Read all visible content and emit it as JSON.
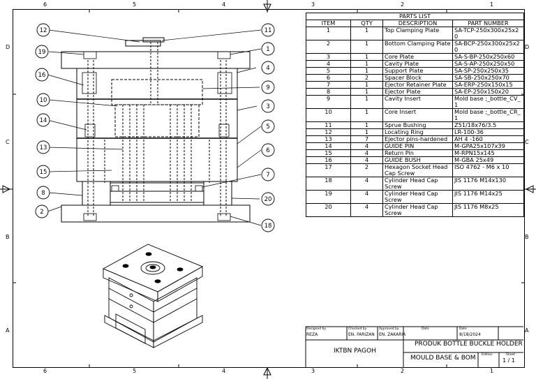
{
  "zones": {
    "columns": [
      "6",
      "5",
      "4",
      "3",
      "2",
      "1"
    ],
    "rows": [
      "D",
      "C",
      "B",
      "A"
    ]
  },
  "balloons": [
    "12",
    "11",
    "19",
    "1",
    "16",
    "4",
    "9",
    "10",
    "3",
    "14",
    "5",
    "13",
    "6",
    "15",
    "7",
    "8",
    "20",
    "2",
    "18"
  ],
  "bom": {
    "title": "PARTS LIST",
    "headers": {
      "item": "ITEM",
      "qty": "QTY",
      "description": "DESCRIPTION",
      "part_number": "PART NUMBER"
    },
    "rows": [
      {
        "item": "1",
        "qty": "1",
        "description": "Top Clamping Plate",
        "part_number": "SA-TCP-250x300x25x20"
      },
      {
        "item": "2",
        "qty": "1",
        "description": "Bottom Clamping Plate",
        "part_number": "SA-BCP-250x300x25x20"
      },
      {
        "item": "3",
        "qty": "1",
        "description": "Core Plate",
        "part_number": "SA-S-BP-250x250x60"
      },
      {
        "item": "4",
        "qty": "1",
        "description": "Cavity Plate",
        "part_number": "SA-S-AP-250x250x50"
      },
      {
        "item": "5",
        "qty": "1",
        "description": "Support Plate",
        "part_number": "SA-SP-250x250x35"
      },
      {
        "item": "6",
        "qty": "2",
        "description": "Spacer Block",
        "part_number": "SA-SB-250x250x70"
      },
      {
        "item": "7",
        "qty": "1",
        "description": "Ejector Retainer Plate",
        "part_number": "SA-ERP-250x150x15"
      },
      {
        "item": "8",
        "qty": "1",
        "description": "Ejector Plate",
        "part_number": "SA-EP-250x150x20"
      },
      {
        "item": "9",
        "qty": "1",
        "description": "Cavity Insert",
        "part_number": "Mold base ;_bottle_CV_1"
      },
      {
        "item": "10",
        "qty": "1",
        "description": "Core Insert",
        "part_number": "Mold base ;_bottle_CR_1"
      },
      {
        "item": "11",
        "qty": "1",
        "description": "Sprue Bushing",
        "part_number": "Z51/18x76/3.5"
      },
      {
        "item": "12",
        "qty": "1",
        "description": "Locating Ring",
        "part_number": "LR-100-36"
      },
      {
        "item": "13",
        "qty": "7",
        "description": "Ejector pins-hardened",
        "part_number": "AH 4 -160"
      },
      {
        "item": "14",
        "qty": "4",
        "description": "GUIDE PIN",
        "part_number": "M-GPA25x107x39"
      },
      {
        "item": "15",
        "qty": "4",
        "description": "Return Pin",
        "part_number": "M-RPN15x145"
      },
      {
        "item": "16",
        "qty": "4",
        "description": "GUIDE BUSH",
        "part_number": "M-GBA 25x49"
      },
      {
        "item": "17",
        "qty": "2",
        "description": "Hexagon Socket Head Cap Screw",
        "part_number": "ISO 4762 - M6 x 10"
      },
      {
        "item": "18",
        "qty": "4",
        "description": "Cylinder Head Cap Screw",
        "part_number": "JIS 1176 M14x130"
      },
      {
        "item": "19",
        "qty": "4",
        "description": "Cylinder Head Cap Screw",
        "part_number": "JIS 1176 M14x25"
      },
      {
        "item": "20",
        "qty": "4",
        "description": "Cylinder Head Cap Screw",
        "part_number": "JIS 1176 M8x25"
      }
    ]
  },
  "title_block": {
    "designed_by_label": "Designed by",
    "designed_by": "REZA",
    "checked_by_label": "Checked by",
    "checked_by": "EN. FARIZAN",
    "approved_by_label": "Approved by",
    "approved_by": "EN. ZAKARIA",
    "date_label": "Date",
    "date2_label": "Date",
    "date": "8/18/2024",
    "company": "IKTBN PAGOH",
    "title": "PRODUK BOTTLE BUCKLE HOLDER",
    "subtitle": "MOULD BASE & BOM",
    "edition_label": "Edition",
    "sheet_label": "Sheet",
    "sheet": "1 / 1"
  }
}
